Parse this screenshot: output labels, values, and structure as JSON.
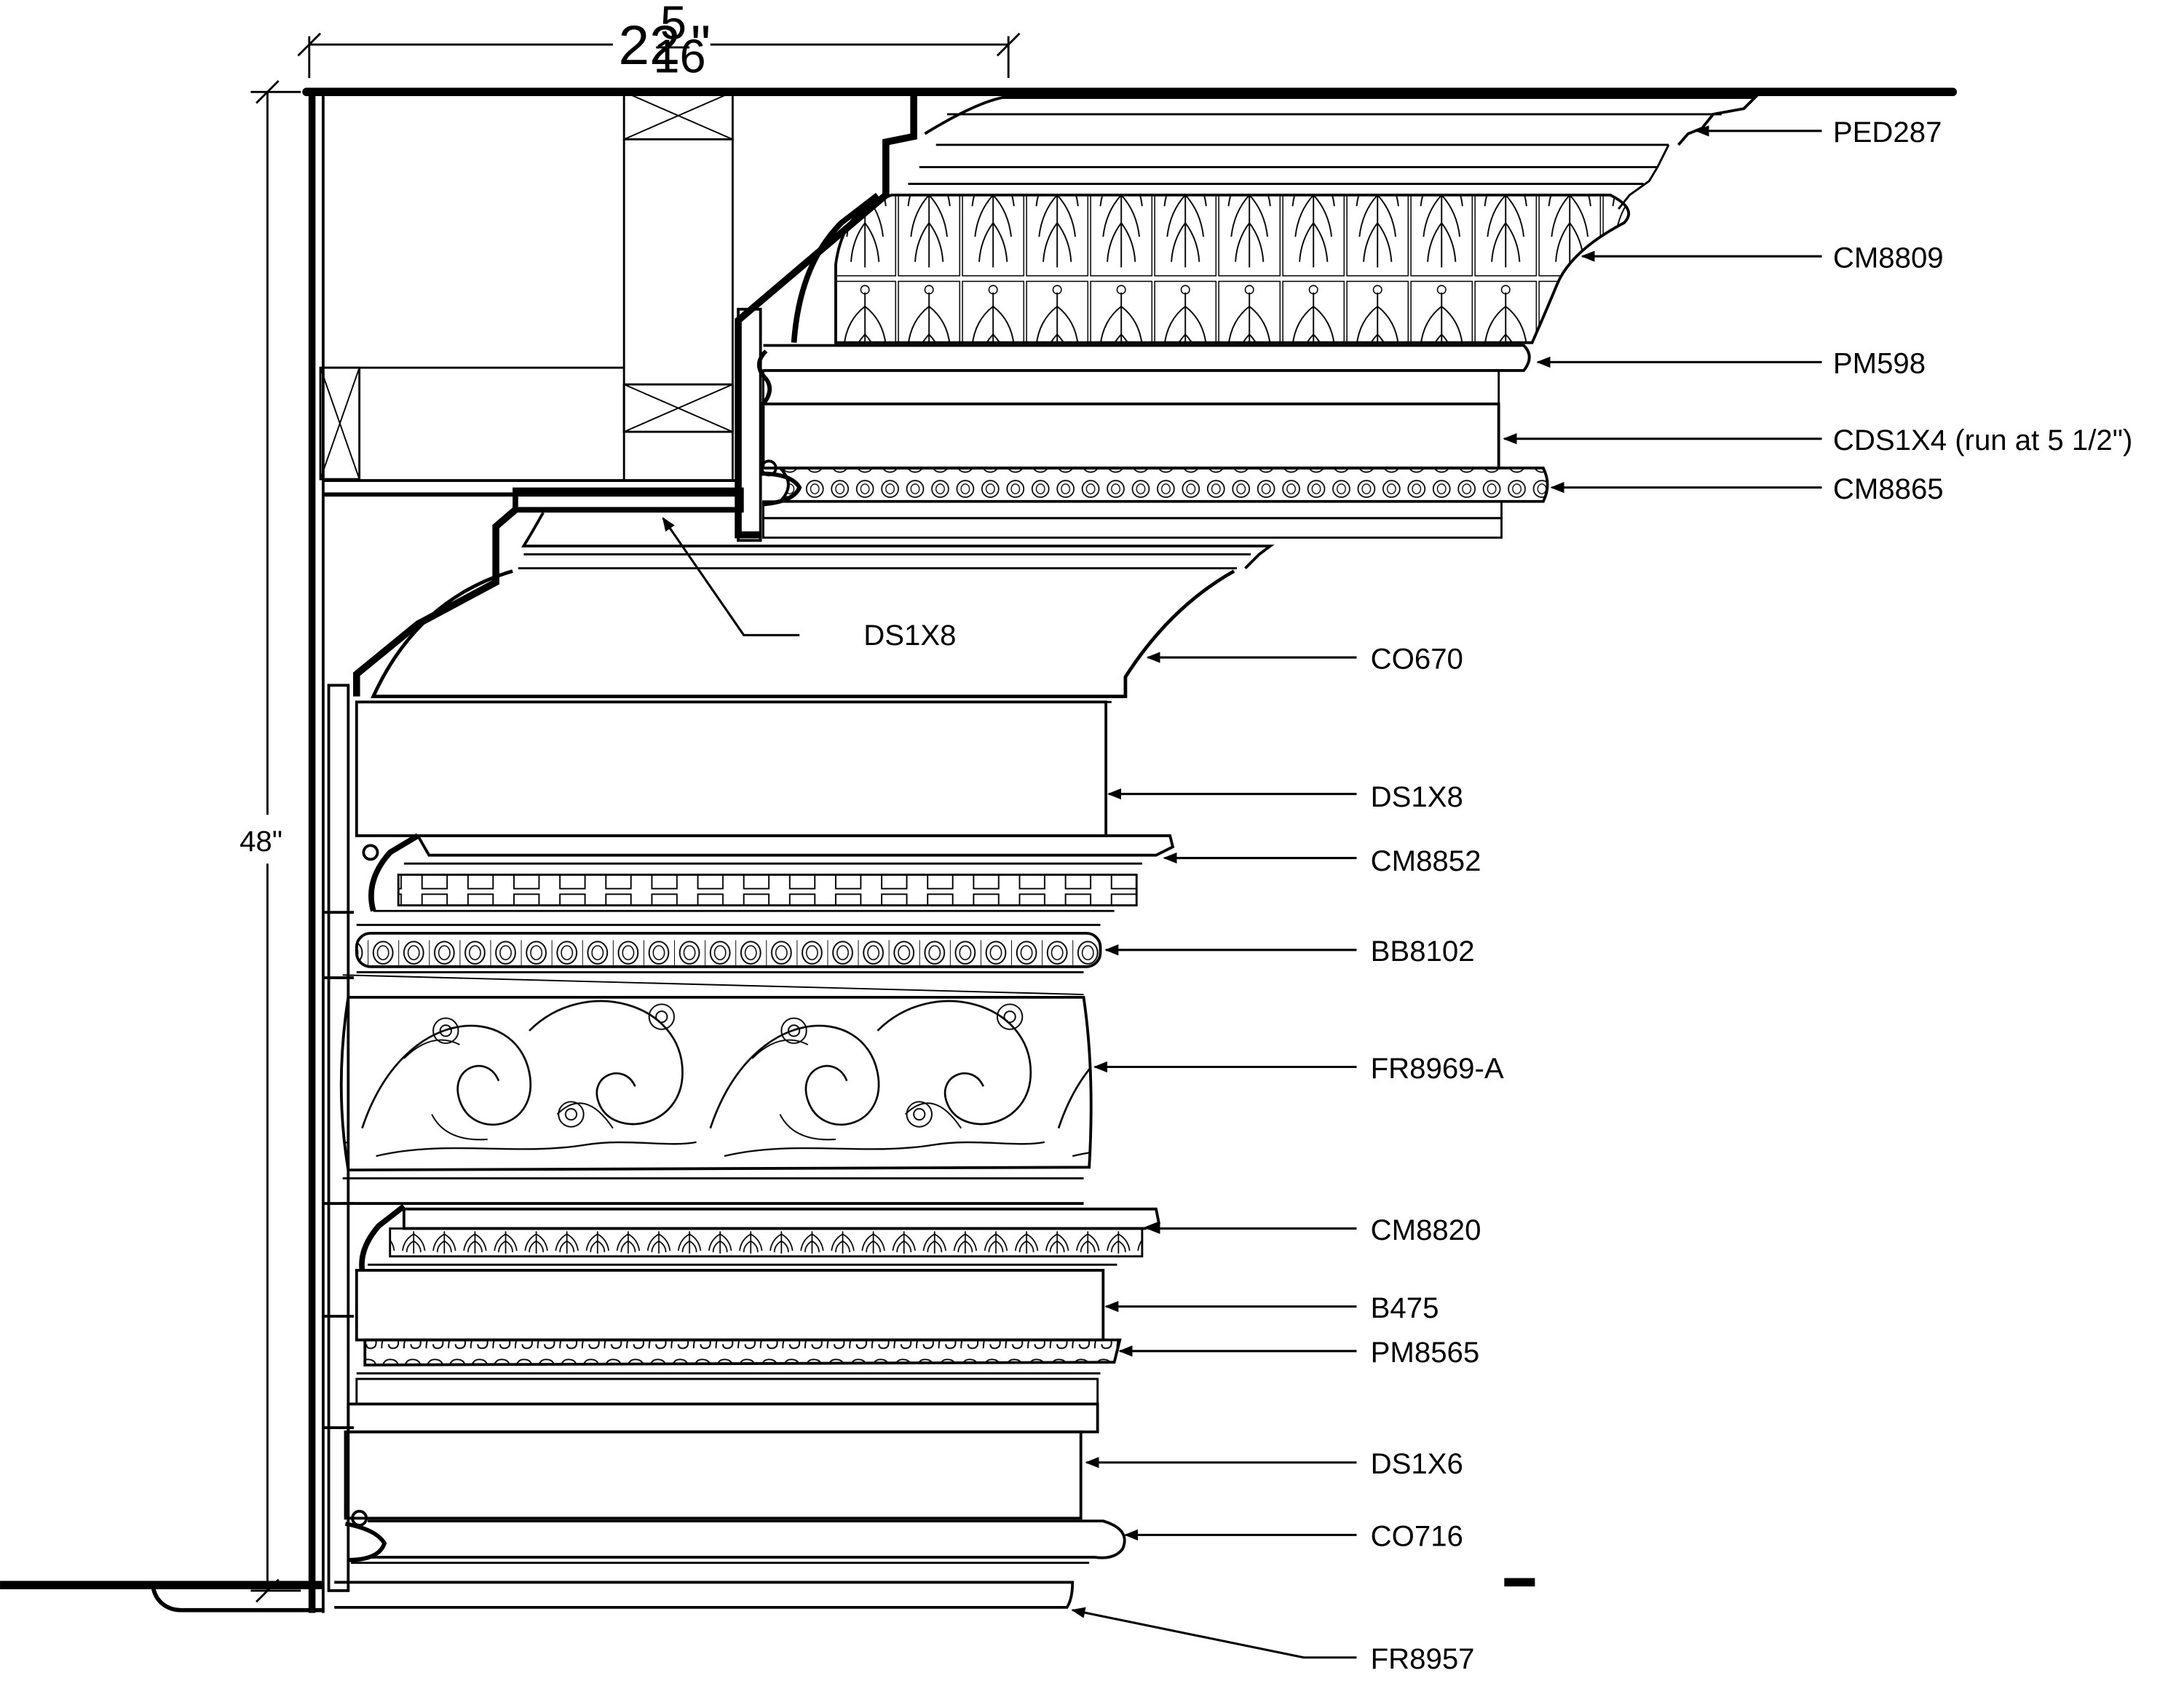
{
  "dimensions": {
    "width": {
      "whole": "22",
      "numerator": "5",
      "denominator": "16",
      "unit": "\""
    },
    "height": "48\""
  },
  "labels": {
    "ped287": "PED287",
    "cm8809": "CM8809",
    "pm598": "PM598",
    "cds1x4": "CDS1X4 (run at 5 1/2\")",
    "cm8865": "CM8865",
    "ds1x8_upper": "DS1X8",
    "co670": "CO670",
    "ds1x8_lower": "DS1X8",
    "cm8852": "CM8852",
    "bb8102": "BB8102",
    "fr8969a": "FR8969-A",
    "cm8820": "CM8820",
    "b475": "B475",
    "pm8565": "PM8565",
    "ds1x6": "DS1X6",
    "co716": "CO716",
    "fr8957": "FR8957"
  }
}
